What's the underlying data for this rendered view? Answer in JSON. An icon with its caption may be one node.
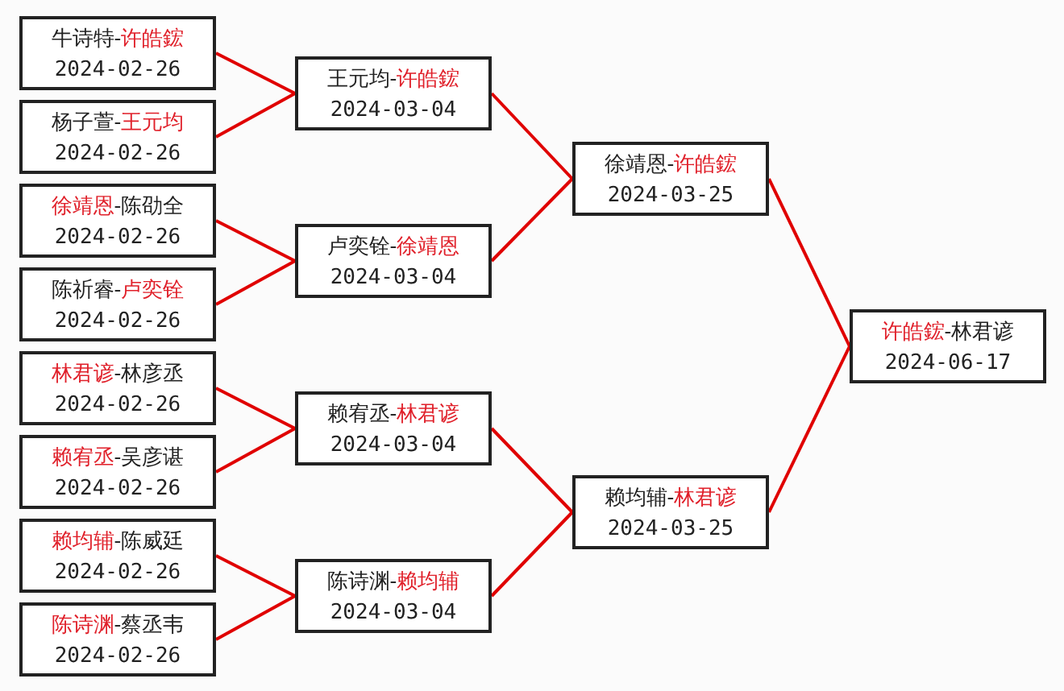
{
  "diagram": {
    "nodes": [
      {
        "text": [
          "牛诗特-许皓鋐",
          "2024-02-26"
        ]
      },
      {
        "text": [
          "杨子萱-王元均",
          "2024-02-26"
        ]
      },
      {
        "text": [
          "徐靖恩-陈劭全",
          "2024-02-26"
        ]
      },
      {
        "text": [
          "陈祈睿-卢奕铨",
          "2024-02-26"
        ]
      },
      {
        "text": [
          "林君谚-林彦丞",
          "2024-02-26"
        ]
      },
      {
        "text": [
          "赖宥丞-吴彦谌",
          "2024-02-26"
        ]
      },
      {
        "text": [
          "赖均辅-陈威廷",
          "2024-02-26"
        ]
      },
      {
        "text": [
          "陈诗渊-蔡丞韦",
          "2024-02-26"
        ]
      },
      {
        "text": [
          "王元均-许皓鋐",
          "2024-03-04"
        ]
      },
      {
        "text": [
          "卢奕铨-徐靖恩",
          "2024-03-04"
        ]
      },
      {
        "text": [
          "赖宥丞-林君谚",
          "2024-03-04"
        ]
      },
      {
        "text": [
          "陈诗渊-赖均辅",
          "2024-03-04"
        ]
      },
      {
        "text": [
          "徐靖恩-许皓鋐",
          "2024-03-25"
        ]
      },
      {
        "text": [
          "赖均辅-林君谚",
          "2024-03-25"
        ]
      },
      {
        "text": [
          "许皓鋐-林君谚",
          "2024-06-17"
        ]
      }
    ],
    "edges": [
      {
        "from": 0,
        "to": 8,
        "arrow": "none"
      },
      {
        "from": 1,
        "to": 8,
        "arrow": "none"
      },
      {
        "from": 2,
        "to": 9,
        "arrow": "none"
      },
      {
        "from": 3,
        "to": 9,
        "arrow": "none"
      },
      {
        "from": 4,
        "to": 10,
        "arrow": "none"
      },
      {
        "from": 5,
        "to": 10,
        "arrow": "none"
      },
      {
        "from": 6,
        "to": 11,
        "arrow": "none"
      },
      {
        "from": 7,
        "to": 11,
        "arrow": "none"
      },
      {
        "from": 8,
        "to": 12,
        "arrow": "none"
      },
      {
        "from": 9,
        "to": 12,
        "arrow": "none"
      },
      {
        "from": 10,
        "to": 13,
        "arrow": "none"
      },
      {
        "from": 11,
        "to": 13,
        "arrow": "none"
      },
      {
        "from": 12,
        "to": 14,
        "arrow": "none"
      },
      {
        "from": 13,
        "to": 14,
        "arrow": "none"
      }
    ]
  }
}
